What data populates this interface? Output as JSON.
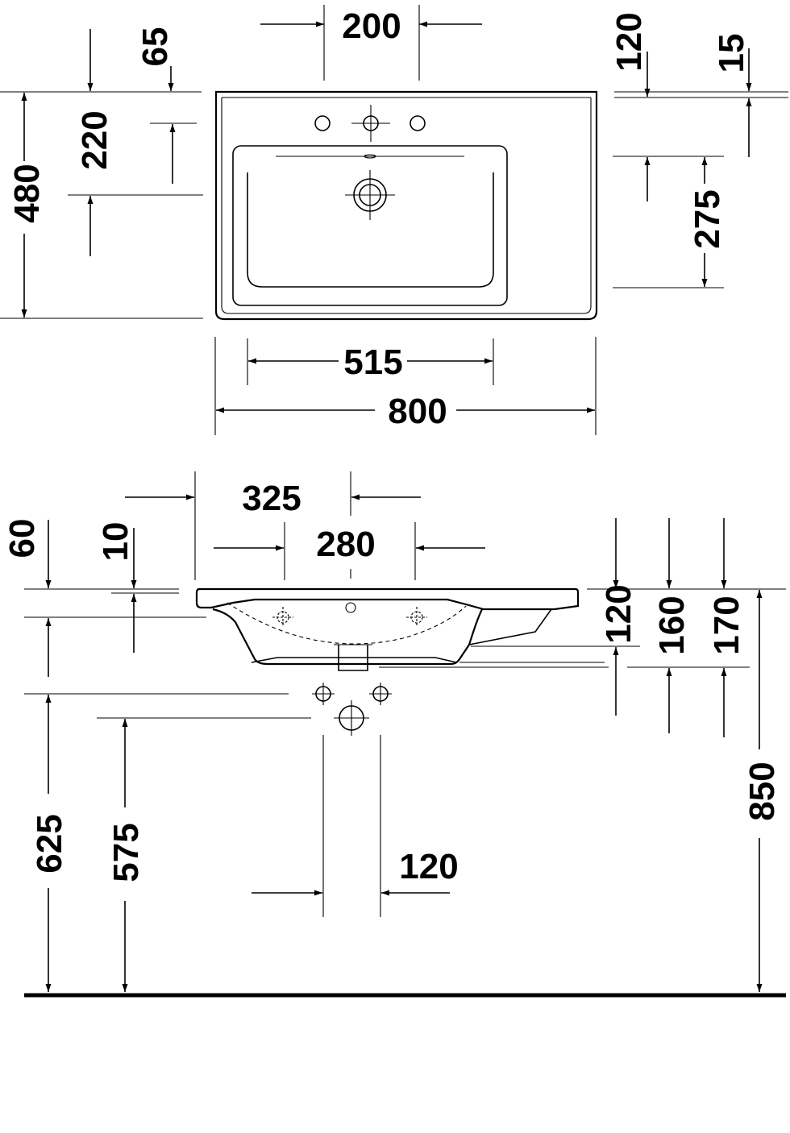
{
  "top_view": {
    "dim_200": "200",
    "dim_65": "65",
    "dim_120": "120",
    "dim_15": "15",
    "dim_220": "220",
    "dim_480": "480",
    "dim_275": "275",
    "dim_515": "515",
    "dim_800": "800"
  },
  "side_view": {
    "dim_325": "325",
    "dim_280": "280",
    "dim_60": "60",
    "dim_10": "10",
    "dim_120_top": "120",
    "dim_160": "160",
    "dim_170": "170",
    "dim_850": "850",
    "dim_625": "625",
    "dim_575": "575",
    "dim_120_bottom": "120"
  }
}
